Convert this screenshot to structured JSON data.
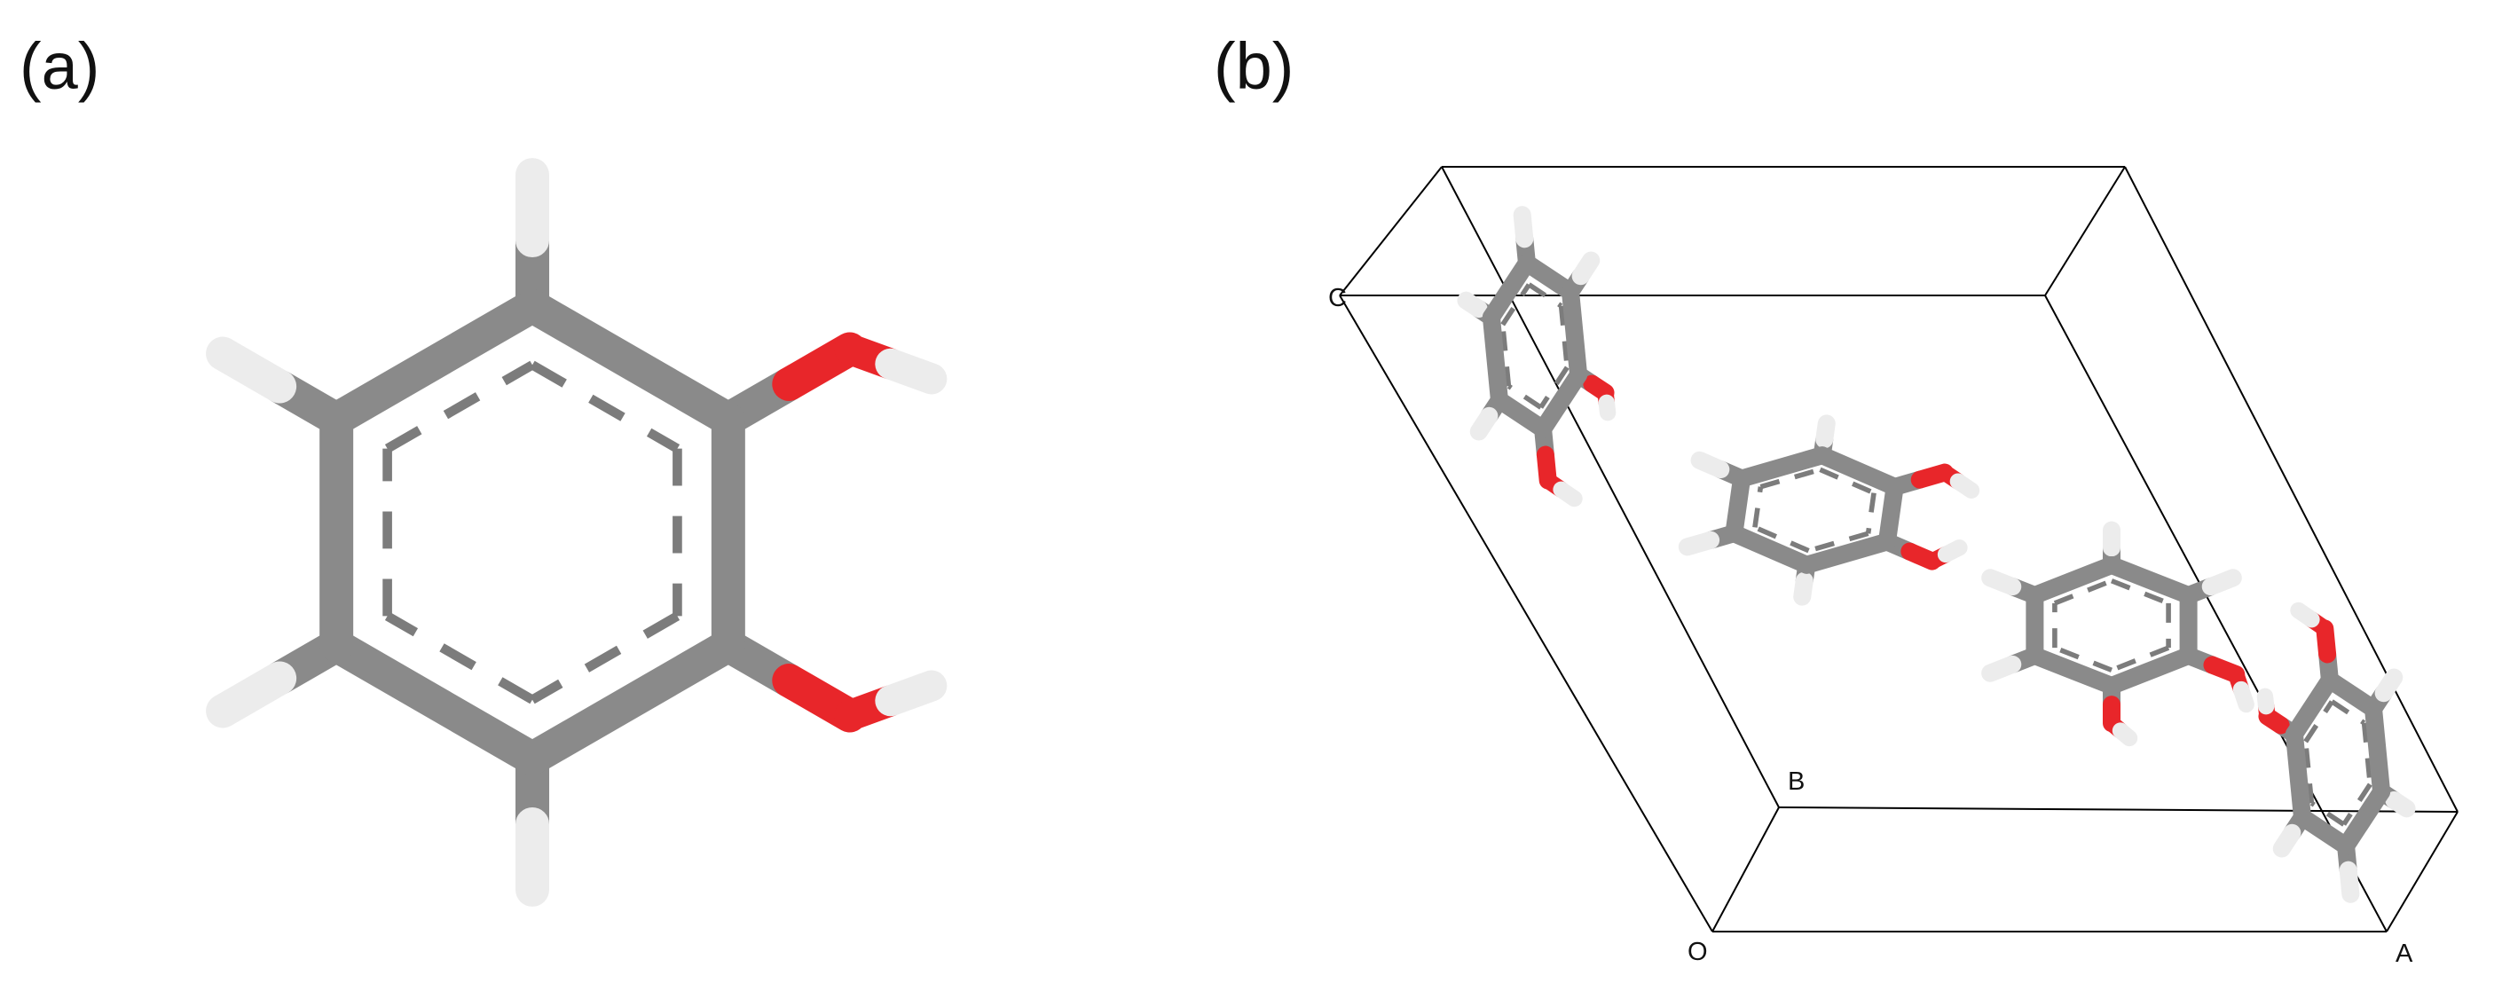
{
  "panels": {
    "a": {
      "label": "(a)"
    },
    "b": {
      "label": "(b)"
    }
  },
  "unit_cell": {
    "axis_labels": {
      "origin": "O",
      "a": "A",
      "b": "B",
      "c": "C"
    }
  },
  "atom_colors": {
    "carbon": "#8a8a8a",
    "oxygen": "#e8262a",
    "hydrogen": "#ececec",
    "aromatic_dash": "#7c7c7c",
    "cell_line": "#000000"
  }
}
